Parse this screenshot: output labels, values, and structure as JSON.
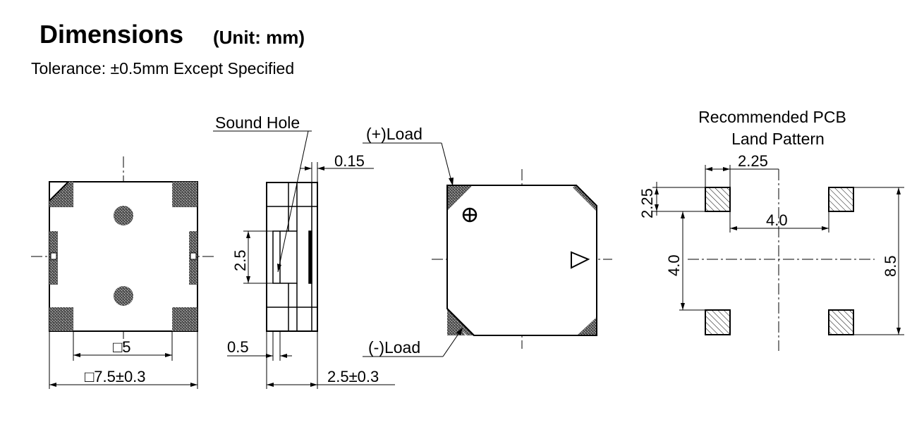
{
  "header": {
    "title": "Dimensions",
    "unit": "(Unit: mm)",
    "tolerance": "Tolerance: ±0.5mm Except Specified"
  },
  "callouts": {
    "sound_hole": "Sound Hole",
    "plus_load": "(+)Load",
    "minus_load": "(-)Load",
    "pcb_title_line1": "Recommended PCB",
    "pcb_title_line2": "Land Pattern"
  },
  "dimensions": {
    "front_inner": "□5",
    "front_outer": "□7.5±0.3",
    "side_top_gap": "0.15",
    "side_height": "2.5",
    "side_wall": "0.5",
    "side_thickness": "2.5±0.3",
    "pad_width": "2.25",
    "pad_height": "2.25",
    "pad_pitch_x": "4.0",
    "pad_pitch_y": "4.0",
    "pattern_total": "8.5"
  }
}
